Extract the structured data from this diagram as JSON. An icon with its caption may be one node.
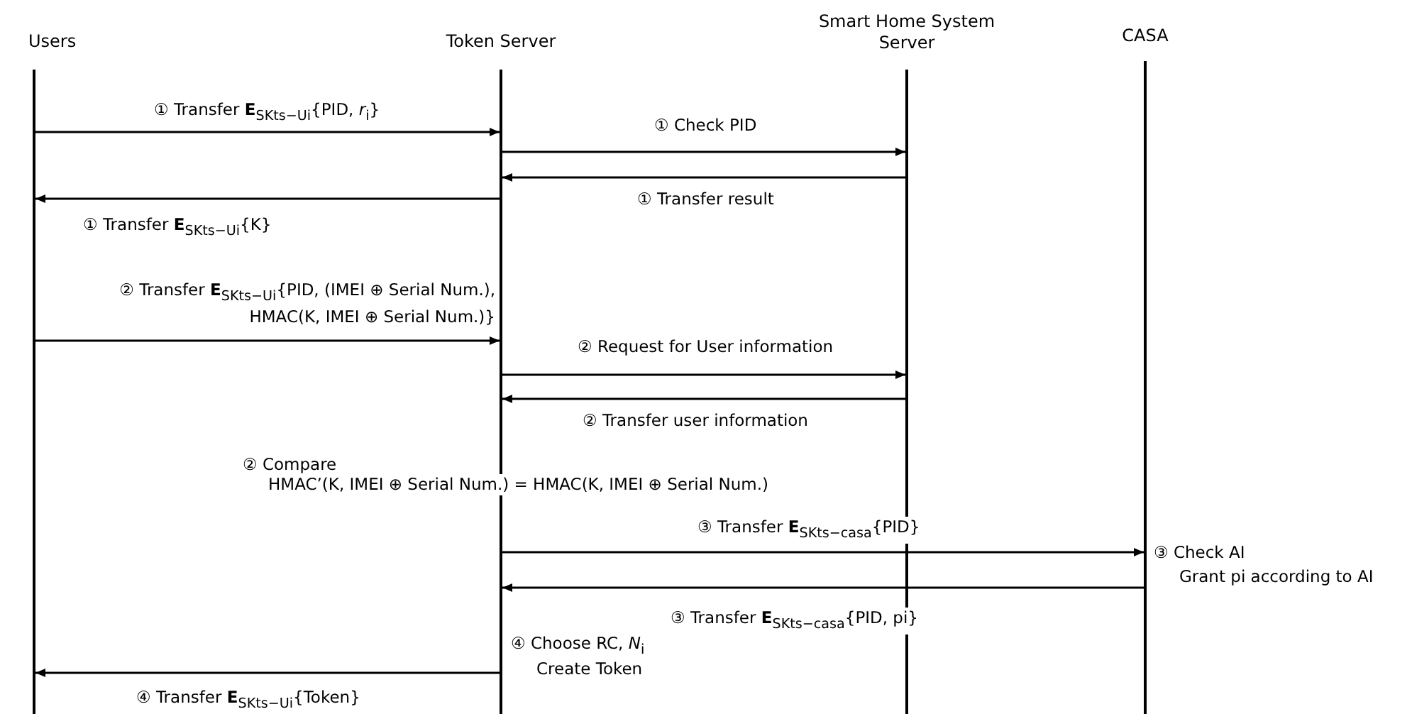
{
  "diagram": {
    "nodes": [
      {
        "text": [
          "Users"
        ]
      },
      {
        "text": [
          "Token Server"
        ]
      },
      {
        "text": [
          "Smart Home System Server"
        ]
      },
      {
        "text": [
          "CASA"
        ]
      }
    ],
    "edges": [
      {
        "from": 0,
        "to": 1,
        "arrow": "to",
        "label": "① Transfer **E**$_{SKts−Ui}${PID, *r*$_{i}$}"
      },
      {
        "from": 1,
        "to": 2,
        "arrow": "to",
        "label": "① Check PID"
      },
      {
        "from": 2,
        "to": 1,
        "arrow": "to",
        "label": "① Transfer result"
      },
      {
        "from": 1,
        "to": 0,
        "arrow": "to",
        "label": "① Transfer **E**$_{SKts−Ui}${K}"
      },
      {
        "from": 0,
        "to": 1,
        "arrow": "to",
        "label": "② Transfer **E**$_{SKts−Ui}${PID, (IMEI ⊕ Serial Num.), HMAC(K, IMEI ⊕ Serial Num.)}"
      },
      {
        "from": 1,
        "to": 2,
        "arrow": "to",
        "label": "② Request for User information"
      },
      {
        "from": 2,
        "to": 1,
        "arrow": "to",
        "label": "② Transfer user information"
      },
      {
        "from": 1,
        "to": 3,
        "arrow": "to",
        "label": "③ Transfer **E**$_{SKts−casa}${PID}"
      },
      {
        "from": 3,
        "to": 1,
        "arrow": "to",
        "label": "③ Transfer **E**$_{SKts−casa}${PID, pi}"
      },
      {
        "from": 1,
        "to": 0,
        "arrow": "to",
        "label": "④ Transfer **E**$_{SKts−Ui}${Token}"
      }
    ],
    "labels": [
      "② Compare",
      "HMAC’(K, IMEI ⊕ Serial Num.) = HMAC(K, IMEI ⊕ Serial Num.)",
      "③ Check AI",
      "Grant pi according to AI",
      "④ Choose RC, *N*$_{i}$",
      "Create Token"
    ]
  }
}
